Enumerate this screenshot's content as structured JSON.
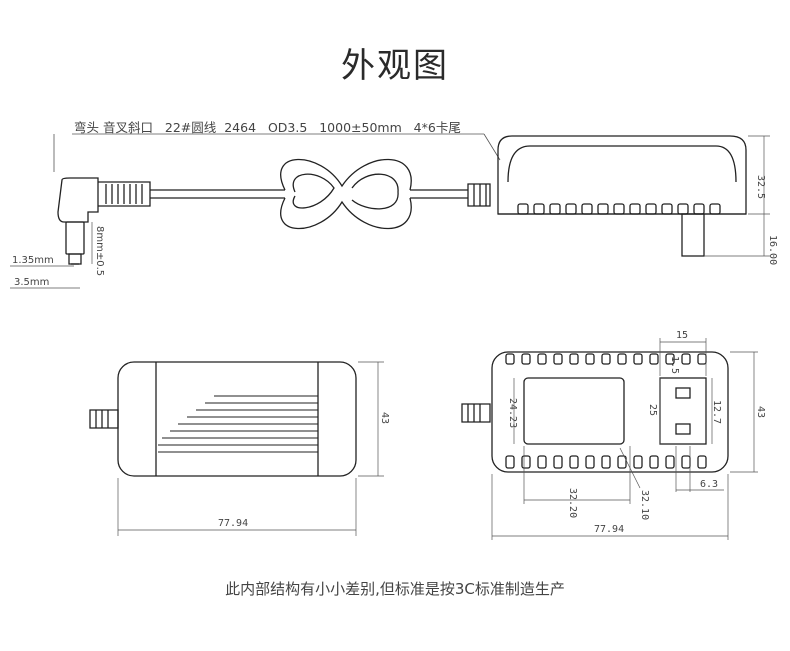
{
  "title": "外观图",
  "spec": "弯头 音叉斜口   22#圆线  2464   OD3.5   1000±50mm   4*6卡尾",
  "footer": "此内部结构有小小差别,但标准是按3C标准制造生产",
  "dimensions": {
    "side_height": "32.5",
    "plug_length": "16.00",
    "pin_inner": "1.35mm",
    "pin_outer": "3.5mm",
    "pin_length": "8mm±0.5",
    "front_length": "77.94",
    "front_height": "43",
    "back_length": "77.94",
    "back_height": "43",
    "plug_width": "15",
    "plug_inner": "25",
    "plug_small": "12.7",
    "label_height": "24.23",
    "label_width": "32.20",
    "plug_offset": "32.10",
    "blade_gap": "6.3",
    "bottom_tab": "1.5"
  },
  "colors": {
    "line": "#222222",
    "dim": "#555555"
  }
}
